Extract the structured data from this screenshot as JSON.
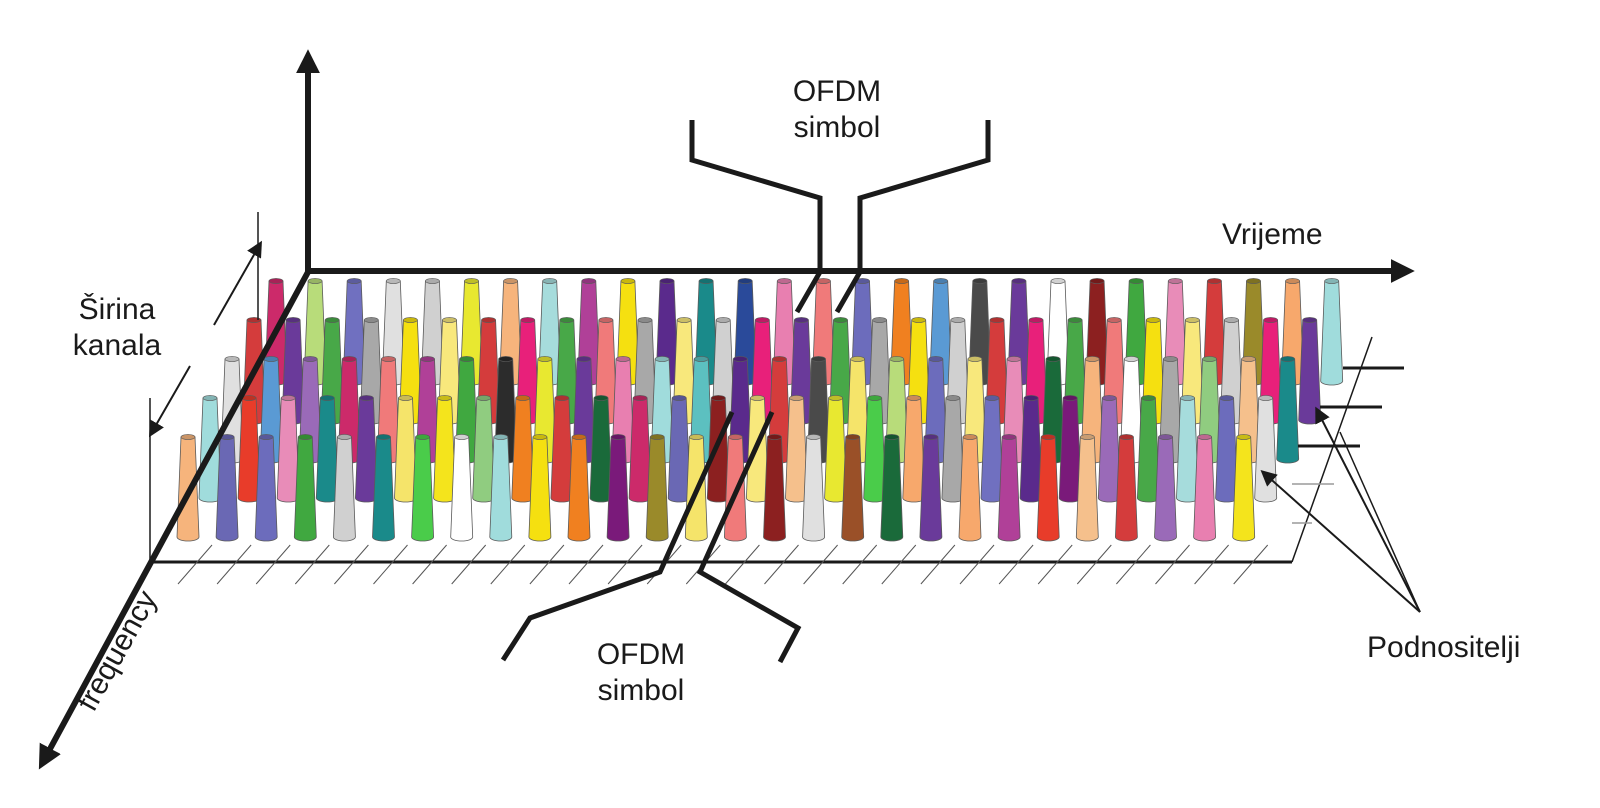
{
  "labels": {
    "time_axis": "Vrijeme",
    "frequency_axis": "frequency",
    "channel_width_line1": "Širina",
    "channel_width_line2": "kanala",
    "ofdm_top_line1": "OFDM",
    "ofdm_top_line2": "simbol",
    "ofdm_bottom_line1": "OFDM",
    "ofdm_bottom_line2": "simbol",
    "subcarriers": "Podnositelji"
  },
  "grid": {
    "rows": 5,
    "columns": 28
  },
  "palette": [
    "#f6b47c",
    "#f5e46a",
    "#e87fb0",
    "#48a848",
    "#ffffff",
    "#f7a86c",
    "#a6dcdc",
    "#6a68b4",
    "#f07a7a",
    "#f4e41c",
    "#b8dc7a",
    "#a0dcdc",
    "#b04098",
    "#a8a8a8",
    "#6c6cbc",
    "#8c2020",
    "#7070c0",
    "#90cc80",
    "#f5e010",
    "#e83c2a",
    "#5cc0c0",
    "#40a840",
    "#e0e0e0",
    "#f8e87c",
    "#5a2a8c",
    "#f08020",
    "#f5c08c",
    "#e88cb8",
    "#d0d0d0",
    "#9a5028",
    "#2c2c2c",
    "#5a9ad4",
    "#7a1a7a",
    "#d43c3c",
    "#e8e830",
    "#1a8a8a",
    "#1a6a3a",
    "#4a4a4a",
    "#e8207a",
    "#9a8a2a",
    "#9a6ab8",
    "#2a4a9a",
    "#4acc4a",
    "#6a3a9a",
    "#cc2a6a"
  ]
}
